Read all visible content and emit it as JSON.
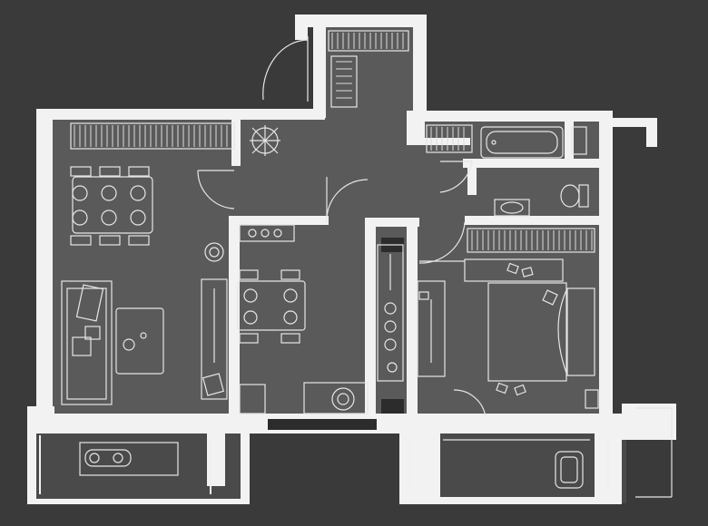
{
  "title": "",
  "colors": {
    "background": "#3a3a3a",
    "floor": "#5a5a5a",
    "walls": "#f2f2f2",
    "lines": "#e6e6e6"
  },
  "rooms": [
    "living-room",
    "hallway",
    "entry-corridor",
    "kitchen",
    "bathroom",
    "bedroom",
    "balcony-left",
    "balcony-right"
  ]
}
